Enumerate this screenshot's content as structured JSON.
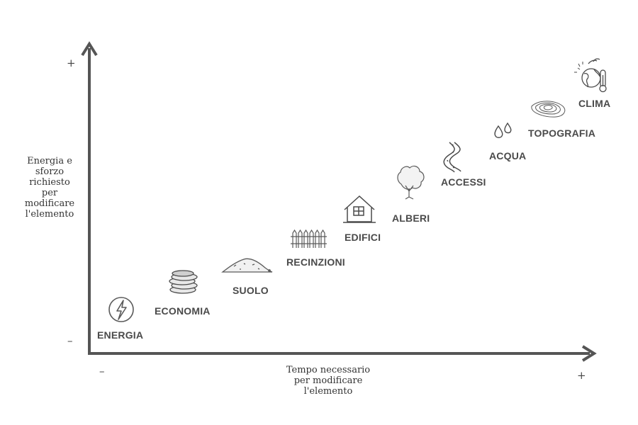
{
  "y_axis": {
    "label": "Energia e\nsforzo\nrichiesto\nper\nmodificare\nl'elemento",
    "plus": "+",
    "minus": "–"
  },
  "x_axis": {
    "label": "Tempo necessario\nper modificare\nl'elemento",
    "plus": "+",
    "minus": "–"
  },
  "elements": [
    {
      "label": "ENERGIA",
      "icon": "lightning-icon"
    },
    {
      "label": "ECONOMIA",
      "icon": "coins-icon"
    },
    {
      "label": "SUOLO",
      "icon": "soil-pile-icon"
    },
    {
      "label": "RECINZIONI",
      "icon": "fence-icon"
    },
    {
      "label": "EDIFICI",
      "icon": "house-icon"
    },
    {
      "label": "ALBERI",
      "icon": "tree-icon"
    },
    {
      "label": "ACCESSI",
      "icon": "road-icon"
    },
    {
      "label": "ACQUA",
      "icon": "water-drops-icon"
    },
    {
      "label": "TOPOGRAFIA",
      "icon": "contour-map-icon"
    },
    {
      "label": "CLIMA",
      "icon": "climate-globe-icon"
    }
  ],
  "colors": {
    "axis": "#555555",
    "icon_stroke": "#5a5a5a",
    "label": "#4a4a4a"
  }
}
